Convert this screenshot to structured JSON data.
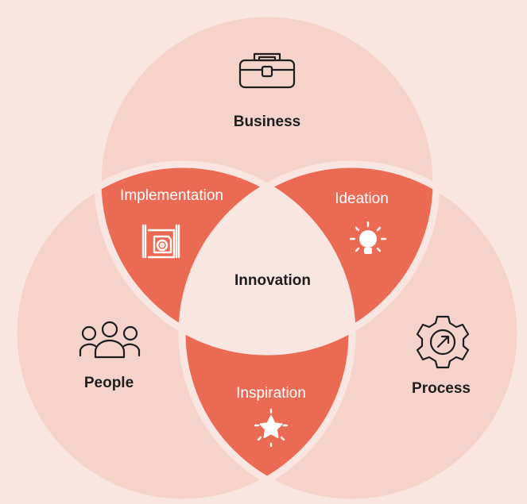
{
  "colors": {
    "background": "#fae6e1",
    "circle": "#f5d3cb",
    "separator": "#fae6e1",
    "petal": "#ea6a54",
    "center": "#fae6e1",
    "text_dark": "#1e1e1e",
    "text_light": "#ffffff"
  },
  "circles": {
    "business": {
      "label": "Business",
      "icon": "briefcase-icon"
    },
    "people": {
      "label": "People",
      "icon": "people-group-icon"
    },
    "process": {
      "label": "Process",
      "icon": "gear-arrow-icon"
    }
  },
  "petals": {
    "implementation": {
      "label": "Implementation",
      "icon": "blueprint-gear-icon"
    },
    "ideation": {
      "label": "Ideation",
      "icon": "lightbulb-icon"
    },
    "inspiration": {
      "label": "Inspiration",
      "icon": "sparkle-star-icon"
    }
  },
  "center": {
    "label": "Innovation"
  }
}
